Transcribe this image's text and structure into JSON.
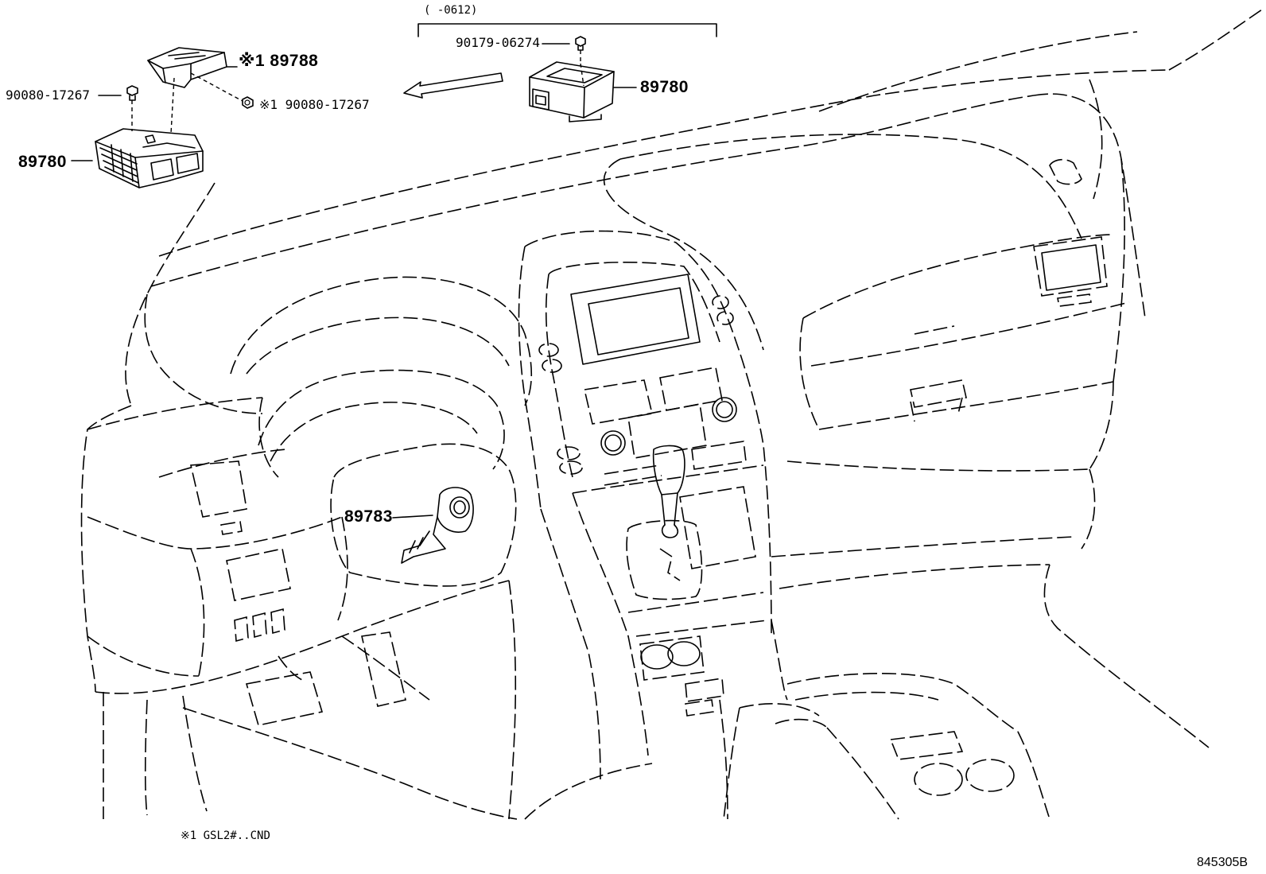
{
  "diagram": {
    "period_note": "(    -0612)",
    "footnote": "※1 GSL2#..CND",
    "reference_code": "845305B",
    "parts": [
      {
        "id": "p_89788",
        "text": "※1 89788"
      },
      {
        "id": "p_90080_left",
        "text": "90080-17267"
      },
      {
        "id": "p_90080_right",
        "text": "※1 90080-17267"
      },
      {
        "id": "p_89780_left",
        "text": "89780"
      },
      {
        "id": "p_90179",
        "text": "90179-06274"
      },
      {
        "id": "p_89780_right",
        "text": "89780"
      },
      {
        "id": "p_89783",
        "text": "89783"
      }
    ]
  }
}
